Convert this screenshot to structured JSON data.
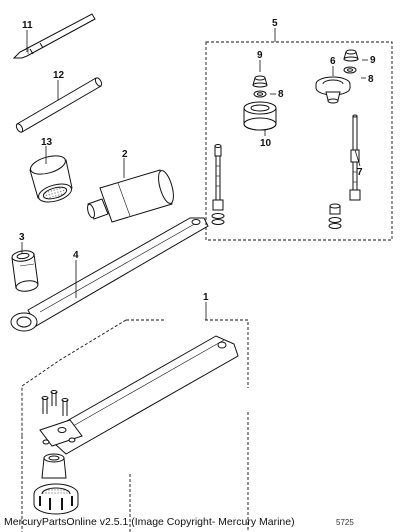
{
  "callouts": {
    "c1": "1",
    "c2": "2",
    "c3": "3",
    "c4": "4",
    "c5": "5",
    "c6": "6",
    "c7": "7",
    "c8a": "8",
    "c8b": "8",
    "c9a": "9",
    "c9b": "9",
    "c10": "10",
    "c11": "11",
    "c12": "12",
    "c13": "13"
  },
  "footer": {
    "caption": "MercuryPartsOnline v2.5.1 (Image Copyright- Mercury Marine)",
    "drawing_number": "5725"
  }
}
